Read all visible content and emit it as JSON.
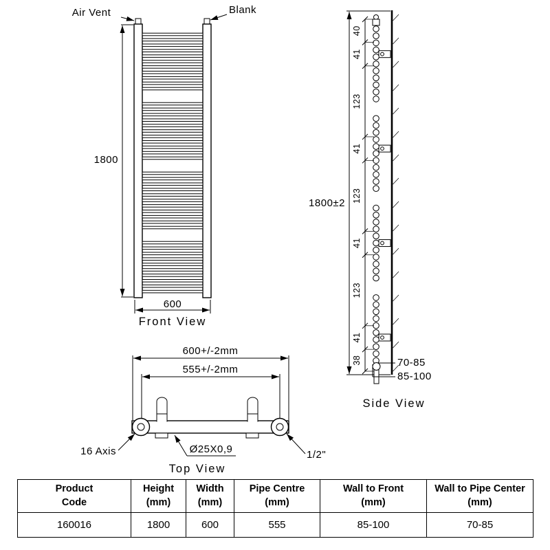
{
  "front_view": {
    "caption": "Front View",
    "air_vent_label": "Air Vent",
    "blank_label": "Blank",
    "height_dim": "1800",
    "width_dim": "600"
  },
  "side_view": {
    "caption": "Side View",
    "overall_height_dim": "1800±2",
    "segment_dims": [
      "40",
      "41",
      "123",
      "41",
      "123",
      "41",
      "123",
      "41",
      "38"
    ],
    "wall_to_pipe_center_dim": "70-85",
    "wall_to_front_dim": "85-100"
  },
  "top_view": {
    "caption": "Top View",
    "overall_width_dim": "600+/-2mm",
    "pipe_centre_dim": "555+/-2mm",
    "axis_label": "16 Axis",
    "tube_spec_label": "Ø25X0,9",
    "connection_label": "1/2\""
  },
  "spec_table": {
    "headers": [
      {
        "line1": "Product",
        "line2": "Code"
      },
      {
        "line1": "Height",
        "line2": "(mm)"
      },
      {
        "line1": "Width",
        "line2": "(mm)"
      },
      {
        "line1": "Pipe Centre",
        "line2": "(mm)"
      },
      {
        "line1": "Wall to Front",
        "line2": "(mm)"
      },
      {
        "line1": "Wall to Pipe Center",
        "line2": "(mm)"
      }
    ],
    "row": [
      "160016",
      "1800",
      "600",
      "555",
      "85-100",
      "70-85"
    ]
  }
}
